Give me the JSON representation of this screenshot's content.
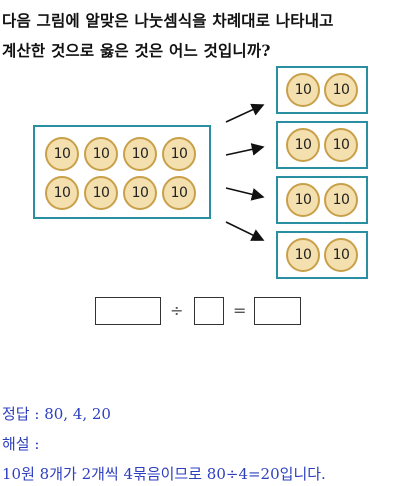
{
  "question": {
    "line1": "다음 그림에 알맞은 나눗셈식을 차례대로 나타내고",
    "line2": "계산한 것으로 옳은 것은 어느 것입니까?"
  },
  "coin_label": "10",
  "equation": {
    "divide": "÷",
    "equals": "="
  },
  "answer": {
    "label": "정답 : 80, 4, 20",
    "explanation_label": "해설 :",
    "explanation_text": "10원 8개가 2개씩 4묶음이므로 80÷4=20입니다."
  },
  "colors": {
    "frame": "#2a8fa0",
    "coin_fill": "#f4dfae",
    "coin_border": "#c9a04a",
    "answer_text": "#2d3fbf"
  }
}
